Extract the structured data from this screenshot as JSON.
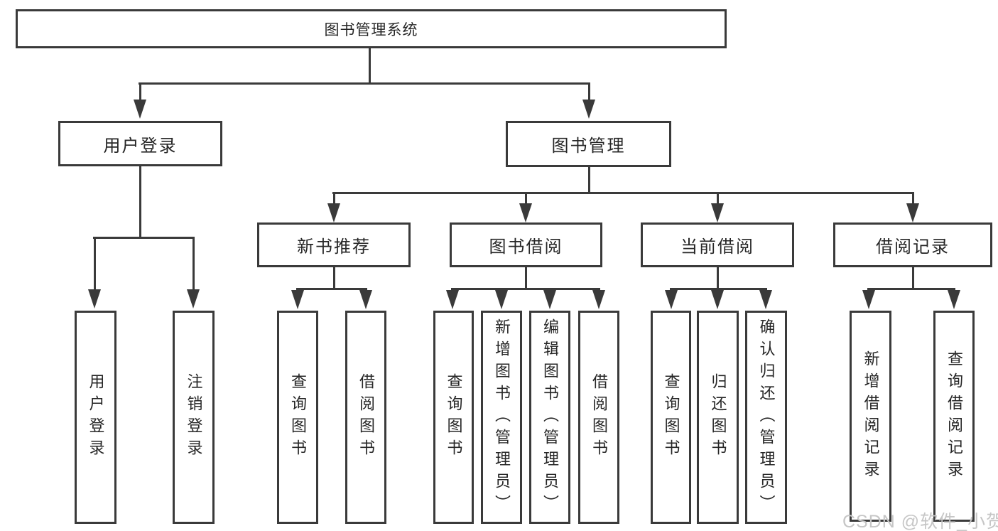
{
  "nodes": {
    "root": {
      "label": "图书管理系统"
    },
    "user_login": {
      "label": "用户登录"
    },
    "book_management": {
      "label": "图书管理"
    },
    "new_book_recommend": {
      "label": "新书推荐"
    },
    "book_borrow": {
      "label": "图书借阅"
    },
    "current_borrow": {
      "label": "当前借阅"
    },
    "borrow_record": {
      "label": "借阅记录"
    }
  },
  "leaves": [
    {
      "label": "用户登录"
    },
    {
      "label": "注销登录"
    },
    {
      "label": "查询图书"
    },
    {
      "label": "借阅图书"
    },
    {
      "label": "查询图书"
    },
    {
      "label": "新增图书（管理员）"
    },
    {
      "label": "编辑图书（管理员）"
    },
    {
      "label": "借阅图书"
    },
    {
      "label": "查询图书"
    },
    {
      "label": "归还图书"
    },
    {
      "label": "确认归还（管理员）"
    },
    {
      "label": "新增借阅记录"
    },
    {
      "label": "查询借阅记录"
    }
  ],
  "watermark": "CSDN @软件_小贺同学",
  "colors": {
    "line": "#3a3a3a",
    "text": "#262626",
    "watermark": "#c6c6c6",
    "background": "#ffffff"
  }
}
